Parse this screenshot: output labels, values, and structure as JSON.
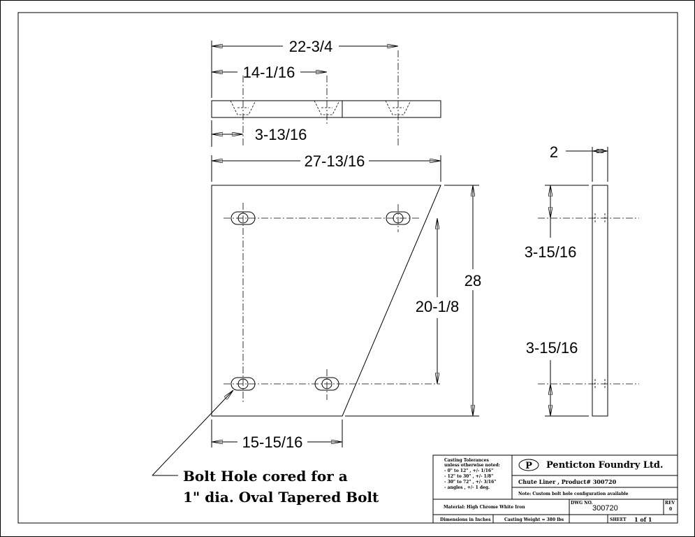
{
  "dimensions": {
    "top_overall": "22-3/4",
    "top_partial": "14-1/16",
    "top_offset": "3-13/16",
    "front_width": "27-13/16",
    "front_height": "28",
    "hole_spacing_vertical": "20-1/8",
    "bottom_width": "15-15/16",
    "side_thickness": "2",
    "side_upper_offset": "3-15/16",
    "side_lower_offset": "3-15/16"
  },
  "note": {
    "line1": "Bolt Hole cored for a",
    "line2": "1\" dia. Oval Tapered Bolt"
  },
  "title_block": {
    "tolerances": [
      "Casting Tolerances",
      "unless otherwise noted:",
      "-  0\" to 12\" , +/- 1/16\"",
      "- 12\" to 30\" , +/- 1/8\"",
      "- 30\" to 72\" , +/- 3/16\"",
      "- angles      , +/- 1 deg."
    ],
    "logo_letter": "P",
    "company": "Penticton Foundry Ltd.",
    "product": "Chute Liner , Product# 300720",
    "note": "Note: Custom bolt hole configuration available",
    "material": "Material: High Chrome White Iron",
    "dwg_label": "DWG NO.",
    "dwg_no": "300720",
    "rev_label": "REV",
    "rev_value": "0",
    "dimensions_in": "Dimensions in Inches",
    "casting_weight": "Casting Weight = 380 lbs",
    "sheet_label": "SHEET",
    "sheet_value": "1 of 1"
  }
}
